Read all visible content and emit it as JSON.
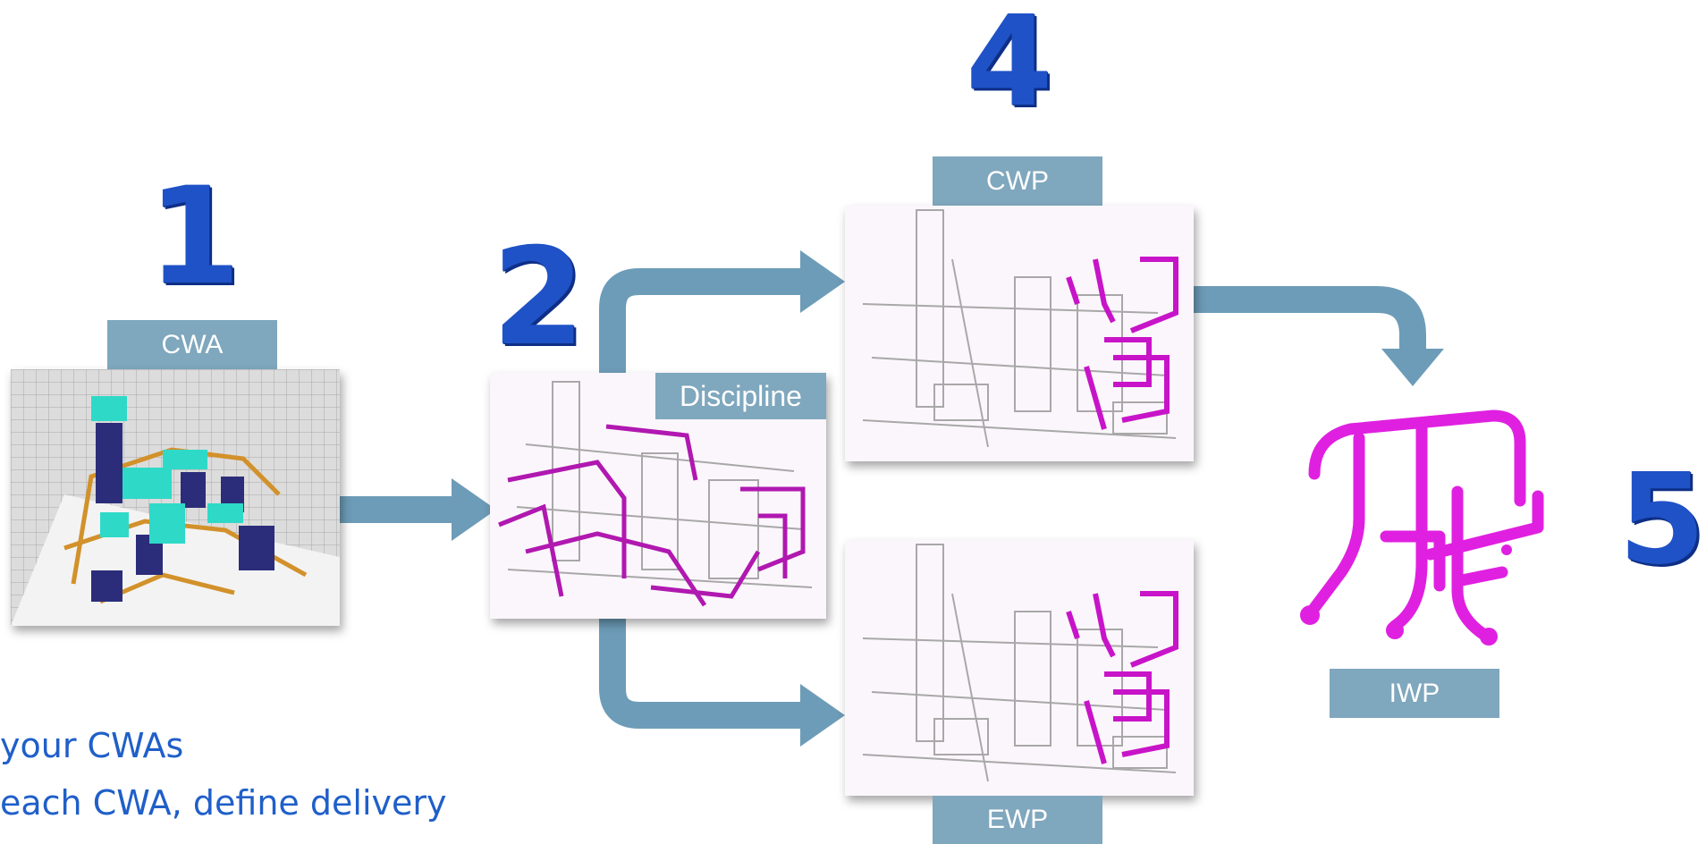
{
  "steps": {
    "one": "1",
    "two": "2",
    "four": "4",
    "five": "5"
  },
  "labels": {
    "cwa": "CWA",
    "discipline": "Discipline",
    "cwp": "CWP",
    "ewp": "EWP",
    "iwp": "IWP"
  },
  "captions": {
    "line1": "your CWAs",
    "line2": "each CWA, define delivery"
  },
  "colors": {
    "number_blue": "#1f52c7",
    "label_bg": "#7fa7bd",
    "arrow": "#6d9cb8",
    "highlight_magenta": "#c814c8",
    "caption_blue": "#1f5fc9"
  }
}
